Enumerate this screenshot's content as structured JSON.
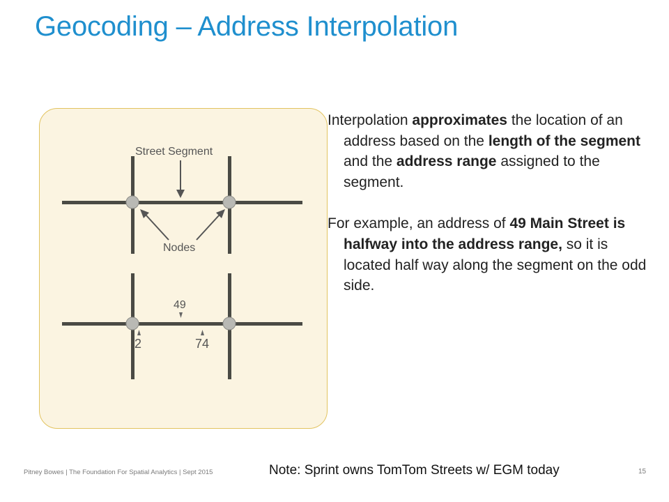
{
  "slide": {
    "title": "Geocoding – Address Interpolation",
    "paragraph1": {
      "p1": "Interpolation ",
      "b1": "approximates",
      "p2": " the location of an address based on the ",
      "b2": "length of the segment",
      "p3": " and the ",
      "b3": "address range",
      "p4": " assigned to the segment."
    },
    "paragraph2": {
      "p1": "For example, an address of ",
      "b1": "49 Main Street is halfway into the address range,",
      "p2": " so it is located half way along the segment on the odd side."
    },
    "note": "Note: Sprint owns TomTom Streets w/ EGM today",
    "footer": "Pitney Bowes | The Foundation For Spatial Analytics | Sept 2015",
    "page_number": "15"
  },
  "diagram": {
    "street_segment_label": "Street Segment",
    "nodes_label": "Nodes",
    "address_mid": "49",
    "address_start": "2",
    "address_end": "74"
  },
  "colors": {
    "title": "#1f8fce",
    "box_fill": "#fbf4e1",
    "box_border": "#e2c35f",
    "road": "#4a4a44",
    "node": "#b9b9b4"
  }
}
